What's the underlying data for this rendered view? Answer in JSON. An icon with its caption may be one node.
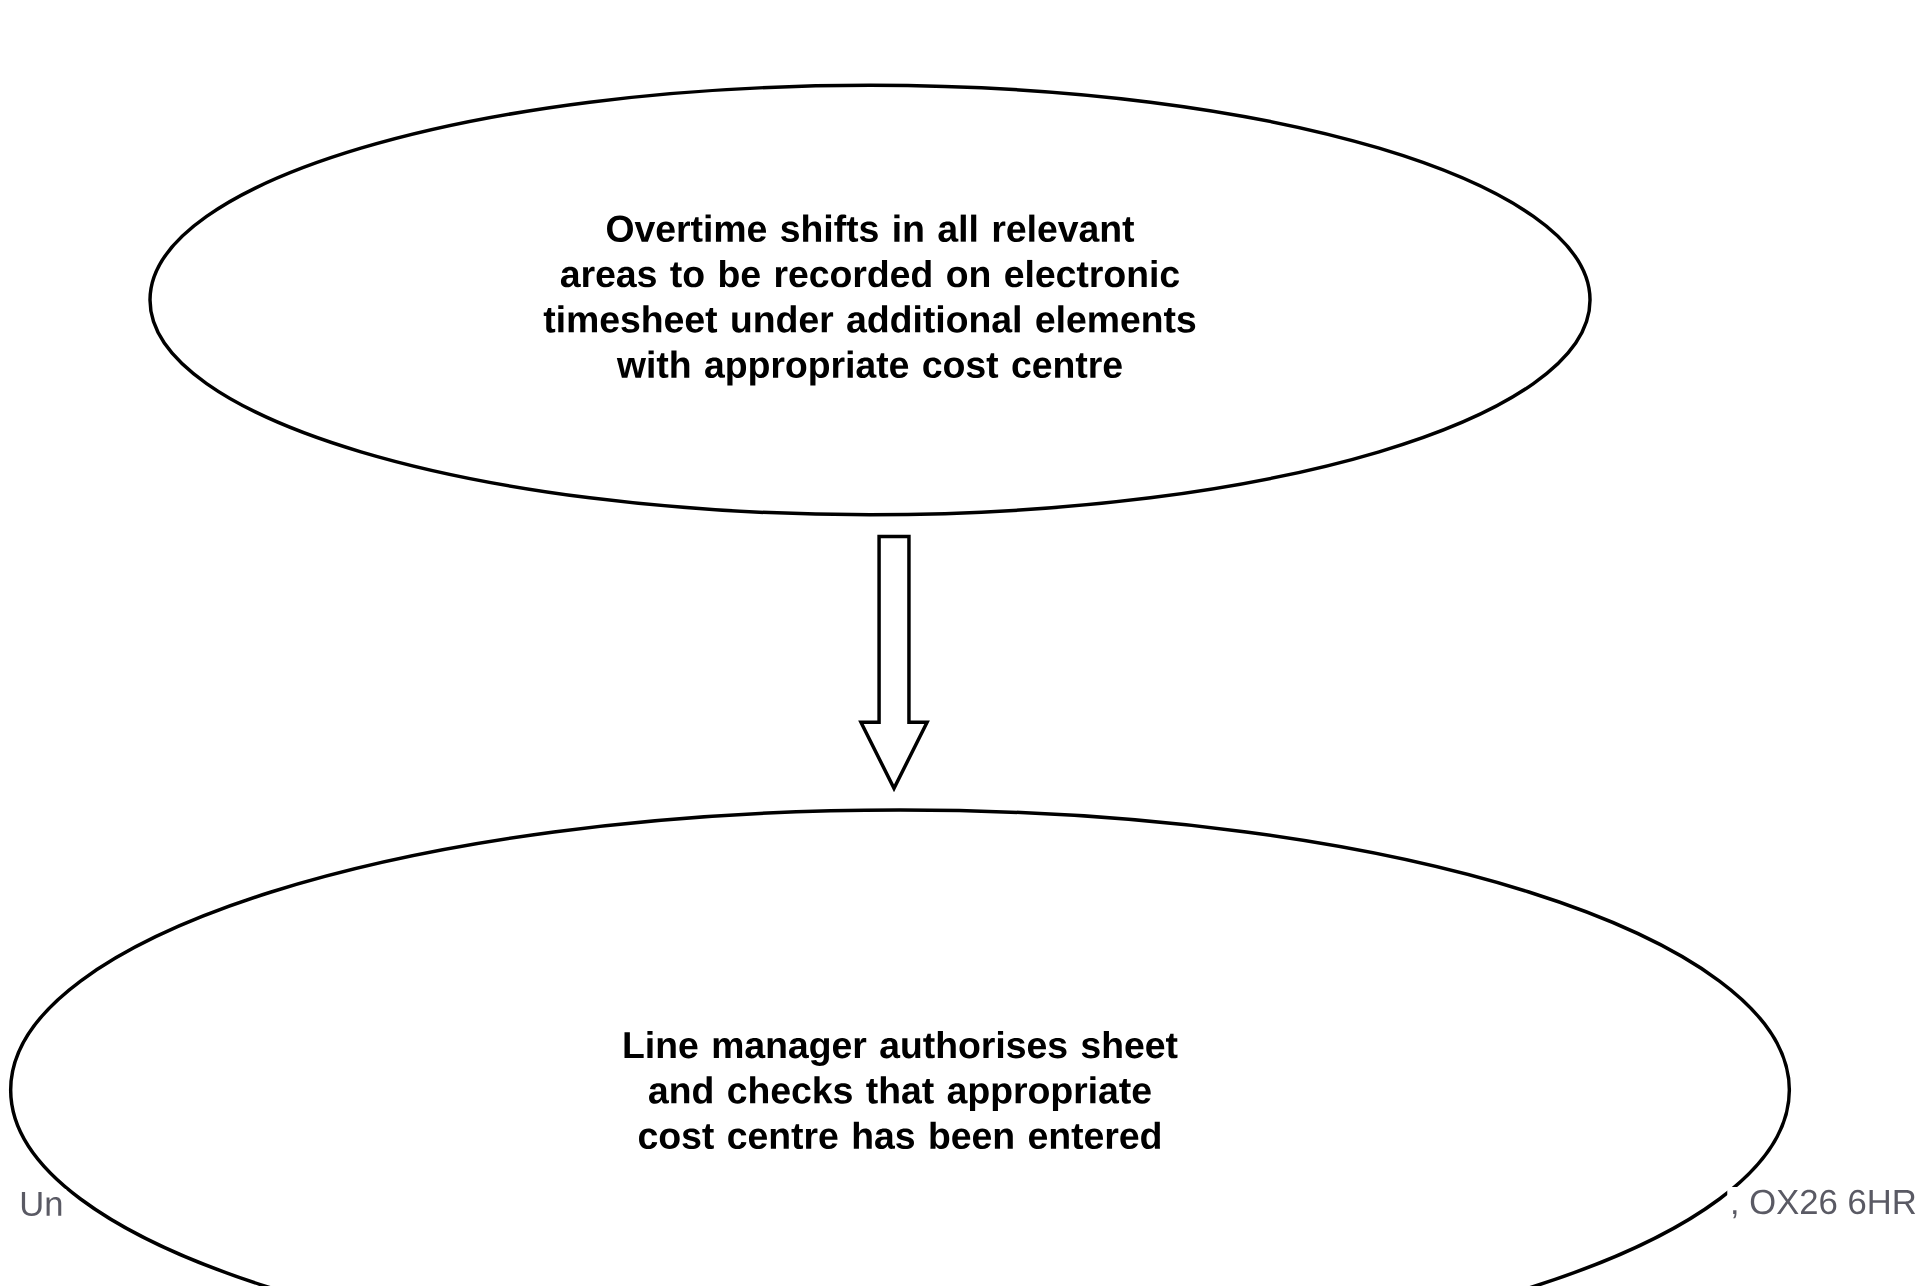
{
  "diagram": {
    "nodes": [
      {
        "text": [
          "Overtime shifts in all relevant areas to be recorded on electronic timesheet under additional elements with appropriate cost centre"
        ]
      },
      {
        "text": [
          "Line manager authorises sheet and checks that appropriate cost centre has been entered"
        ]
      }
    ],
    "edges": [
      {
        "from": 0,
        "to": 1,
        "arrow": "to"
      }
    ],
    "labels": [
      "Un",
      ", OX26 6HR"
    ]
  }
}
